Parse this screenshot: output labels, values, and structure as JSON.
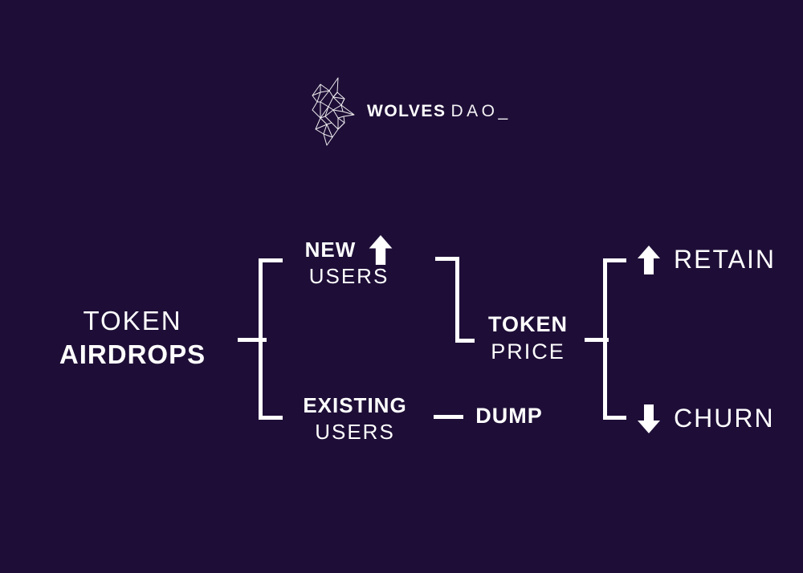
{
  "theme": {
    "background": "#1e0e37",
    "foreground": "#ffffff"
  },
  "logo": {
    "icon": "wolf-geometric-line-art",
    "brand_primary": "WOLVES",
    "brand_secondary": "DAO_"
  },
  "diagram": {
    "root": {
      "line1": "TOKEN",
      "line2": "AIRDROPS"
    },
    "new_users": {
      "line1": "NEW",
      "line2": "USERS",
      "arrow": "up"
    },
    "existing_users": {
      "line1": "EXISTING",
      "line2": "USERS"
    },
    "token_price": {
      "line1": "TOKEN",
      "line2": "PRICE"
    },
    "dump": {
      "label": "DUMP"
    },
    "retain": {
      "label": "RETAIN",
      "arrow": "up"
    },
    "churn": {
      "label": "CHURN",
      "arrow": "down"
    }
  }
}
